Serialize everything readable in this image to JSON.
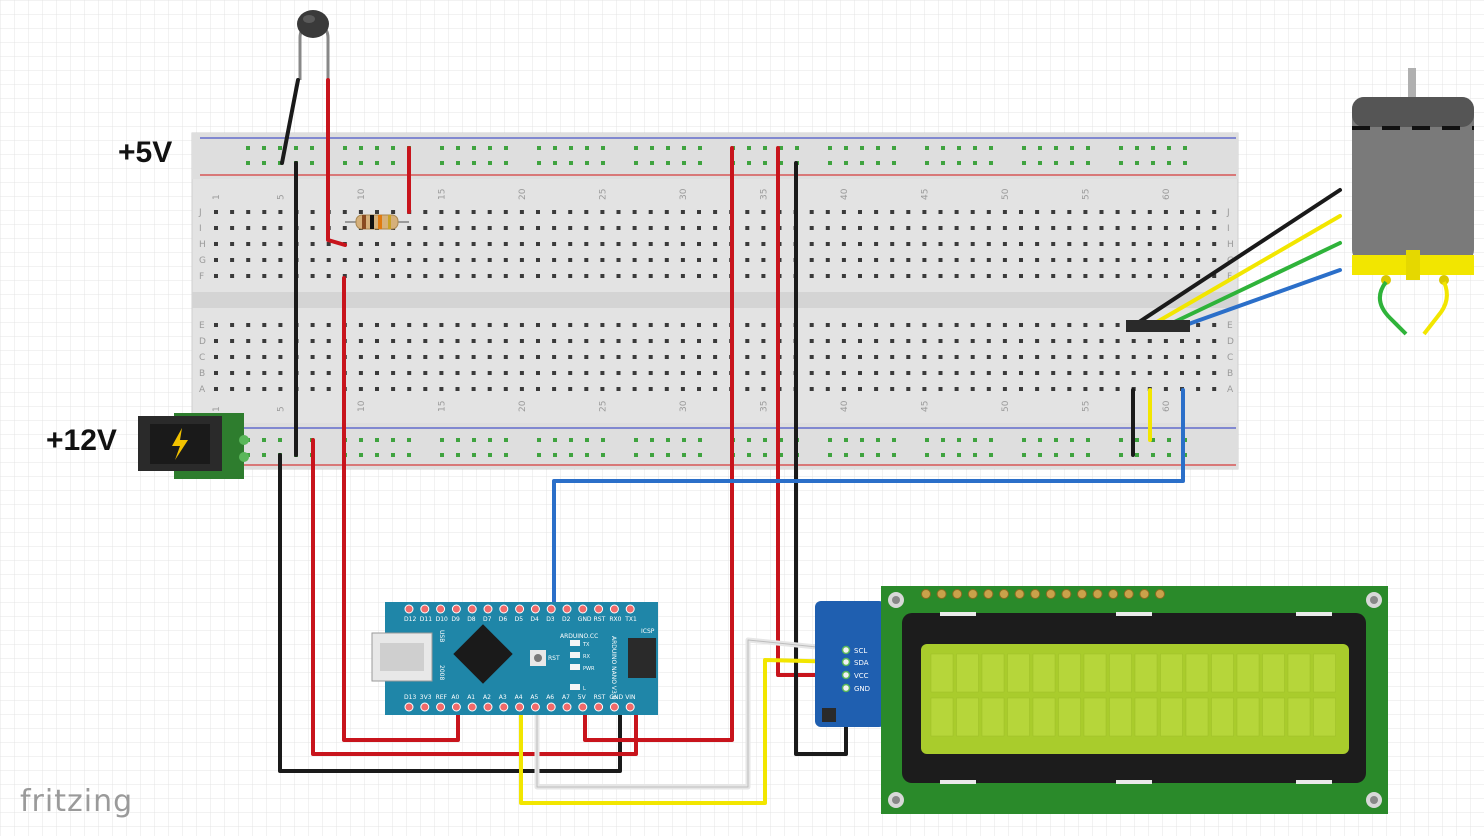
{
  "labels": {
    "plus5v": "+5V",
    "plus12v": "+12V"
  },
  "brand": "fritzing",
  "breadboard": {
    "row_letters_top": [
      "J",
      "I",
      "H",
      "G",
      "F"
    ],
    "row_letters_bottom": [
      "E",
      "D",
      "C",
      "B",
      "A"
    ],
    "column_numbers": [
      "1",
      "5",
      "10",
      "15",
      "20",
      "25",
      "30",
      "35",
      "40",
      "45",
      "50",
      "55",
      "60"
    ]
  },
  "arduino": {
    "top_pins": [
      "D12",
      "D11",
      "D10",
      "D9",
      "D8",
      "D7",
      "D6",
      "D5",
      "D4",
      "D3",
      "D2",
      "GND",
      "RST",
      "RX0",
      "TX1"
    ],
    "bottom_pins": [
      "D13",
      "3V3",
      "REF",
      "A0",
      "A1",
      "A2",
      "A3",
      "A4",
      "A5",
      "A6",
      "A7",
      "5V",
      "RST",
      "GND",
      "VIN"
    ],
    "board_text": "ARDUINO.CC",
    "model_text": "ARDUINO NANO V3.0",
    "icsp": "ICSP",
    "usb": "USB",
    "leds": [
      "TX",
      "RX",
      "PWR",
      "L"
    ],
    "rst_button": "RST",
    "led_label": "L",
    "side_text": "2008"
  },
  "i2c": {
    "pins": [
      "SCL",
      "SDA",
      "VCC",
      "GND"
    ]
  },
  "colors": {
    "wire_red": "#c8141c",
    "wire_black": "#1a1a1a",
    "wire_blue": "#2b6fc9",
    "wire_yellow": "#f2e600",
    "wire_white": "#e8e8e8",
    "wire_green": "#2fb33a",
    "arduino": "#1f86a8",
    "lcd_pcb": "#2a8a2a",
    "lcd_screen": "#a9cc2c",
    "breadboard": "#e6e6e6"
  }
}
